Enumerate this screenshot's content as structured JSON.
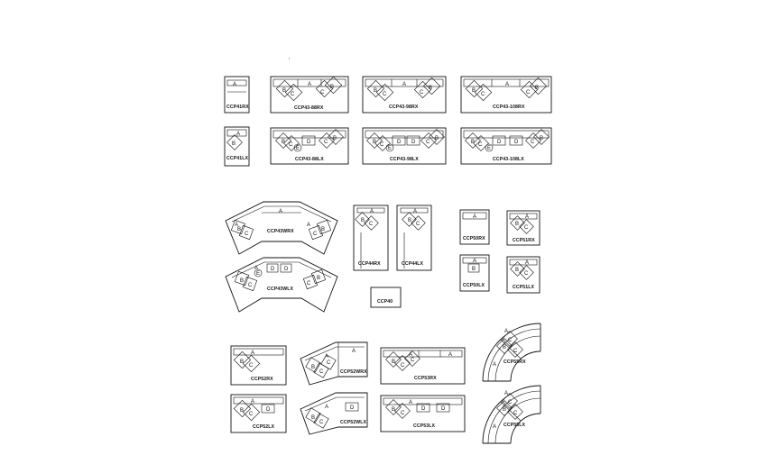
{
  "plan": {
    "marks": {
      "a": "A",
      "b": "B",
      "c": "C",
      "d": "D",
      "e": "E"
    },
    "stray_mark": "'",
    "models": {
      "m01": "CCP41RX",
      "m02": "CCP43-88RX",
      "m03": "CCP43-98RX",
      "m04": "CCP43-108RX",
      "m05": "CCP41LX",
      "m06": "CCP43-88LX",
      "m07": "CCP43-98LX",
      "m08": "CCP43-108LX",
      "m09": "CCP43WRX",
      "m10": "CCP43WLX",
      "m11": "CCP44RX",
      "m12": "CCP44LX",
      "m13": "CCP50RX",
      "m14": "CCP51RX",
      "m15": "CCP50LX",
      "m16": "CCP51LX",
      "m17": "CCP40",
      "m18": "CCP52RX",
      "m19": "CCP52WRX",
      "m20": "CCP53RX",
      "m21": "CCP55RX",
      "m22": "CCP52LX",
      "m23": "CCP52WLX",
      "m24": "CCP53LX",
      "m25": "CCP55LX"
    }
  }
}
